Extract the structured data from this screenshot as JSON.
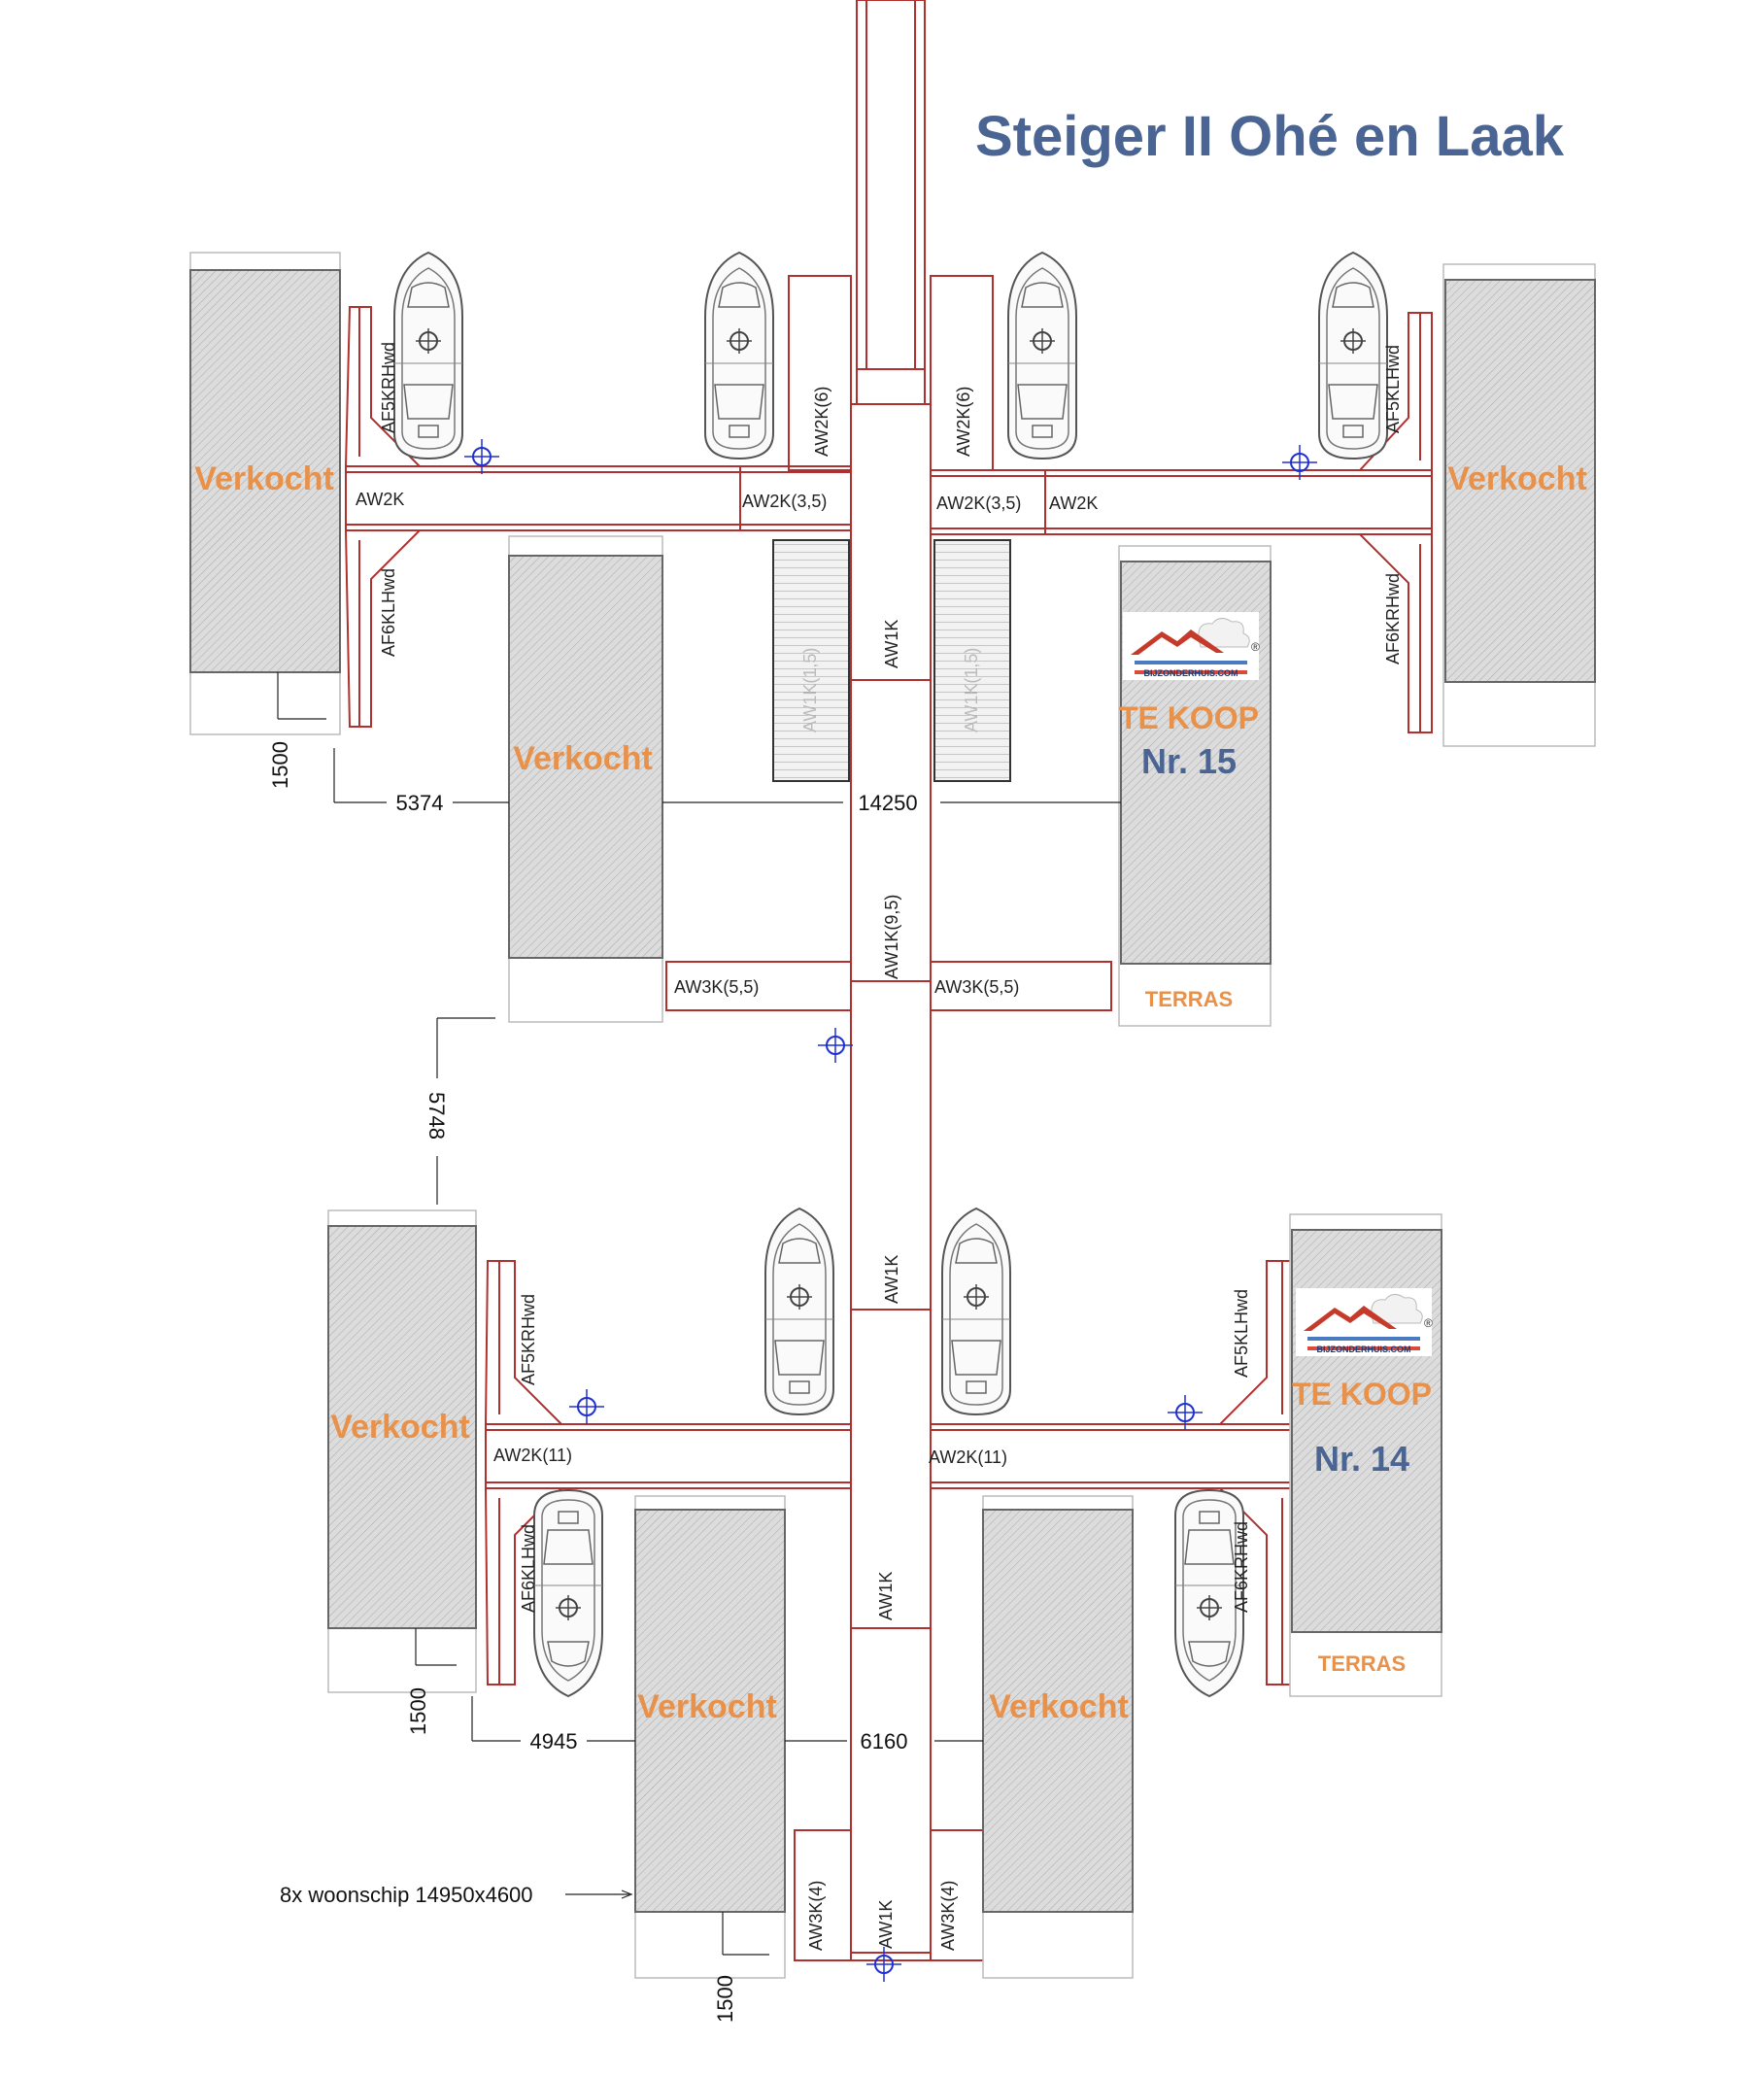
{
  "title": "Steiger II Ohé en Laak",
  "labels": {
    "sold": "Verkocht",
    "for_sale": "TE KOOP",
    "terrace": "TERRAS",
    "nr15": "Nr. 15",
    "nr14": "Nr. 14",
    "logo_text": "BIJZONDERHUIS.COM",
    "registered": "®"
  },
  "codes": {
    "aw2k": "AW2K",
    "aw2k35": "AW2K(3,5)",
    "aw2k6": "AW2K(6)",
    "aw2k11": "AW2K(11)",
    "aw1k": "AW1K",
    "aw1k95": "AW1K(9,5)",
    "aw3k55": "AW3K(5,5)",
    "aw3k4": "AW3K(4)",
    "aw1k5": "AW1K(1,5)",
    "af5krhwd": "AF5KRHwd",
    "af6klhwd": "AF6KLHwd",
    "af5klhwd": "AF5KLHwd",
    "af6krhwd": "AF6KRHwd"
  },
  "dimensions": {
    "d1500": "1500",
    "d5374": "5374",
    "d14250": "14250",
    "d5748": "5748",
    "d4945": "4945",
    "d6160": "6160"
  },
  "note": "8x woonschip 14950x4600",
  "colors": {
    "pier_red": "#b03030",
    "title_blue": "#4a6593",
    "sold_orange": "#e8914a",
    "hatch_gray": "#d4d4d4",
    "marker_blue": "#2030d0"
  }
}
